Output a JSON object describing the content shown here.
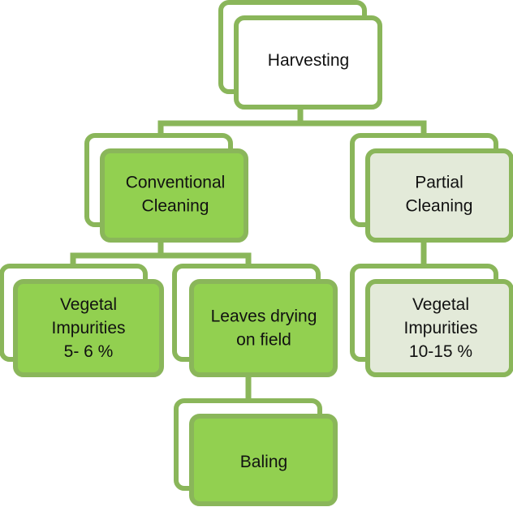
{
  "colors": {
    "connector": "#8ab65a",
    "border": "#8ab65a",
    "back_fill": "#ffffff",
    "fill_white": "#ffffff",
    "fill_green": "#92d050",
    "fill_light": "#e3ead9"
  },
  "nodes": {
    "harvesting": {
      "lines": [
        "Harvesting"
      ]
    },
    "conventional": {
      "lines": [
        "Conventional",
        "Cleaning"
      ]
    },
    "partial": {
      "lines": [
        "Partial",
        "Cleaning"
      ]
    },
    "impurities_conv": {
      "lines": [
        "Vegetal",
        "Impurities",
        "5- 6 %"
      ]
    },
    "leaves": {
      "lines": [
        "Leaves drying",
        "on field"
      ]
    },
    "impurities_partial": {
      "lines": [
        "Vegetal",
        "Impurities",
        "10-15 %"
      ]
    },
    "baling": {
      "lines": [
        "Baling"
      ]
    }
  }
}
